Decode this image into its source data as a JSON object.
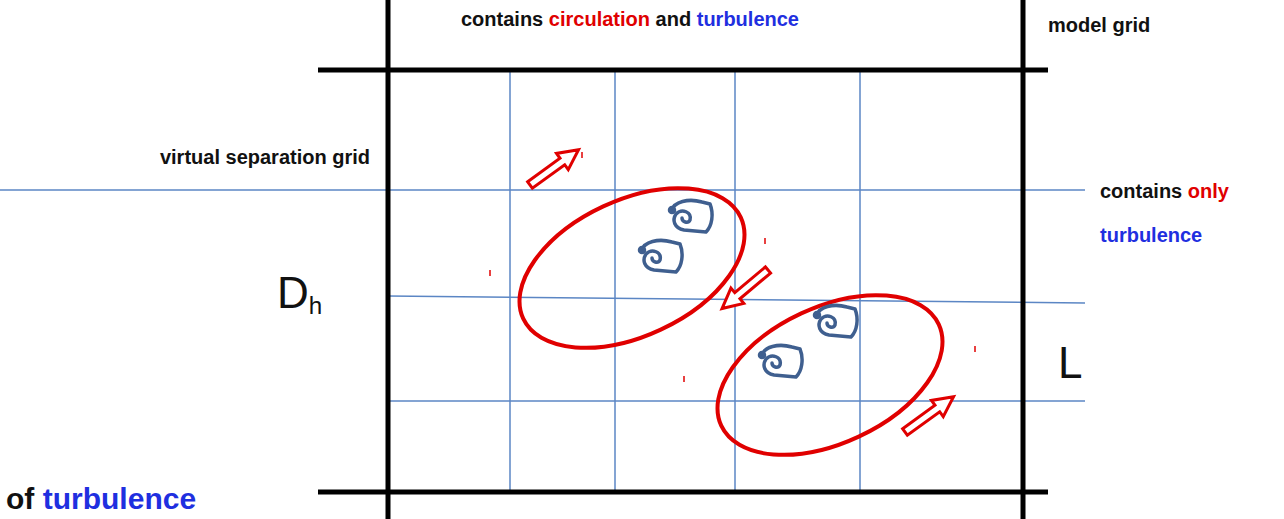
{
  "diagram": {
    "labels": [
      "contains",
      "circulation",
      "and",
      "turbulence",
      "model grid",
      "virtual separation grid",
      "D",
      "h",
      "contains",
      "only",
      "turbulence",
      "L",
      "of",
      "turbulence"
    ]
  }
}
